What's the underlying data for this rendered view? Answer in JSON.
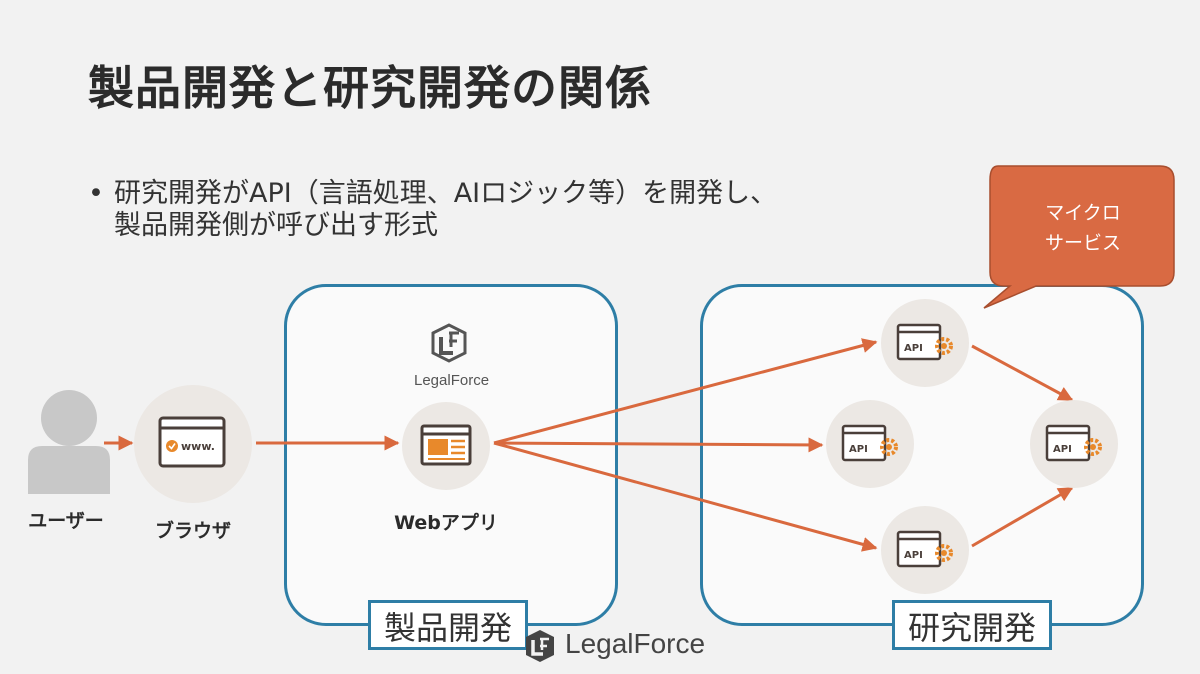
{
  "slide": {
    "title": "製品開発と研究開発の関係",
    "bullet": {
      "marker": "•",
      "line1": "研究開発がAPI（言語処理、AIロジック等）を開発し、",
      "line2": "製品開発側が呼び出す形式"
    }
  },
  "diagram": {
    "nodes": {
      "user": {
        "label": "ユーザー"
      },
      "browser": {
        "label": "ブラウザ",
        "icon_text": "www."
      },
      "webapp": {
        "label": "Webアプリ"
      },
      "api": {
        "icon_text": "API"
      }
    },
    "groups": {
      "product": {
        "label": "製品開発"
      },
      "research": {
        "label": "研究開発"
      }
    },
    "callout": {
      "line1": "マイクロ",
      "line2": "サービス"
    },
    "logo_text": "LegalForce"
  },
  "footer": {
    "logo_text": "LegalForce"
  },
  "colors": {
    "background": "#f2f2f2",
    "group_border": "#2e7ea6",
    "arrow": "#d9693e",
    "callout": "#d96a43",
    "icon_orange": "#e8892b",
    "node_circle": "#ece8e4"
  }
}
